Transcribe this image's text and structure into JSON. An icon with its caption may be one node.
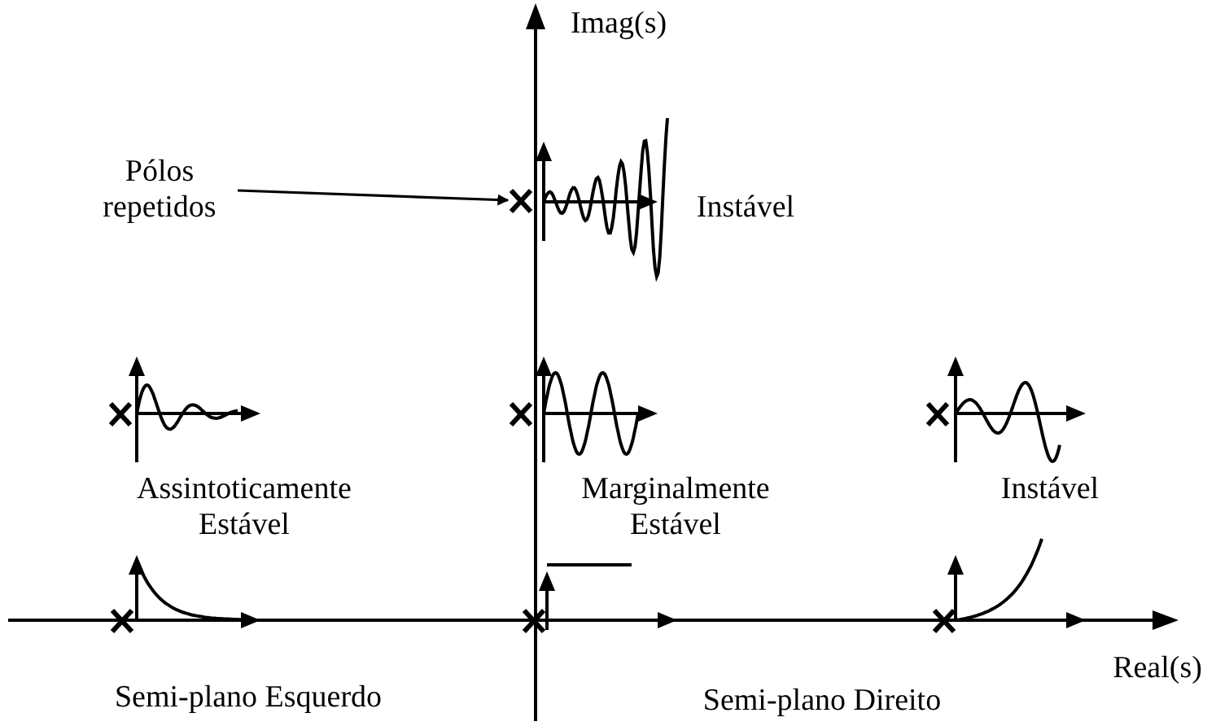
{
  "diagram": {
    "nodes": [
      {
        "text": [
          "Pólos repetidos"
        ]
      },
      {
        "text": [],
        "shape": "cross"
      }
    ],
    "edges": [
      {
        "from": 0,
        "to": 1,
        "arrow": "to"
      }
    ],
    "labels": [
      "Imag(s)",
      "Instável",
      "Assintoticamente Estável",
      "Marginalmente Estável",
      "Instável",
      "Real(s)",
      "Semi-plano Esquerdo",
      "Semi-plano Direito"
    ]
  }
}
